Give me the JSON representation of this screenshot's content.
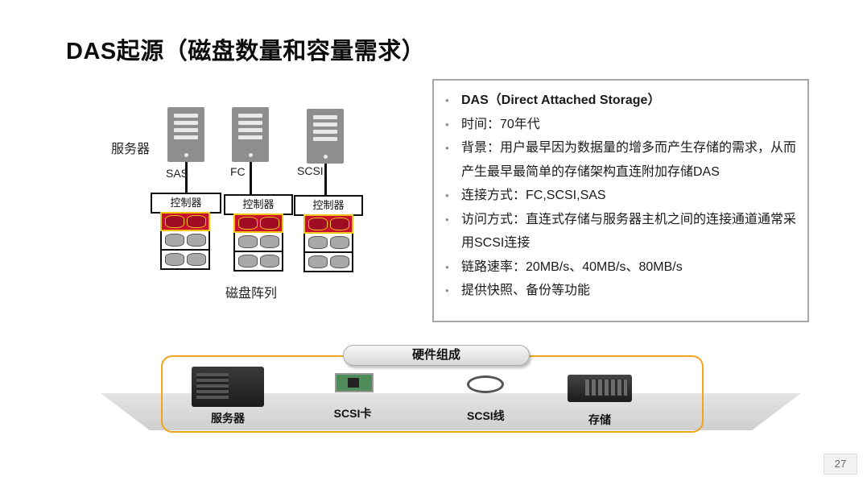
{
  "title": "DAS起源（磁盘数量和容量需求）",
  "diagram": {
    "server_label": "服务器",
    "array_label": "磁盘阵列",
    "controller_label": "控制器",
    "links": [
      "SAS",
      "FC",
      "SCSI"
    ]
  },
  "info": {
    "items": [
      "DAS（Direct Attached Storage）",
      "时间：70年代",
      "背景：用户最早因为数据量的增多而产生存储的需求，从而产生最早最简单的存储架构直连附加存储DAS",
      "连接方式：FC,SCSI,SAS",
      "访问方式：直连式存储与服务器主机之间的连接通道通常采用SCSI连接",
      "链路速率：20MB/s、40MB/s、80MB/s",
      "提供快照、备份等功能"
    ]
  },
  "hardware": {
    "title": "硬件组成",
    "items": [
      "服务器",
      "SCSI卡",
      "SCSI线",
      "存储"
    ]
  },
  "page_number": "27",
  "colors": {
    "accent_orange": "#f2a51c",
    "array_red": "#c8102e",
    "array_border_yellow": "#f0c419",
    "box_border_gray": "#a6a6a6"
  }
}
